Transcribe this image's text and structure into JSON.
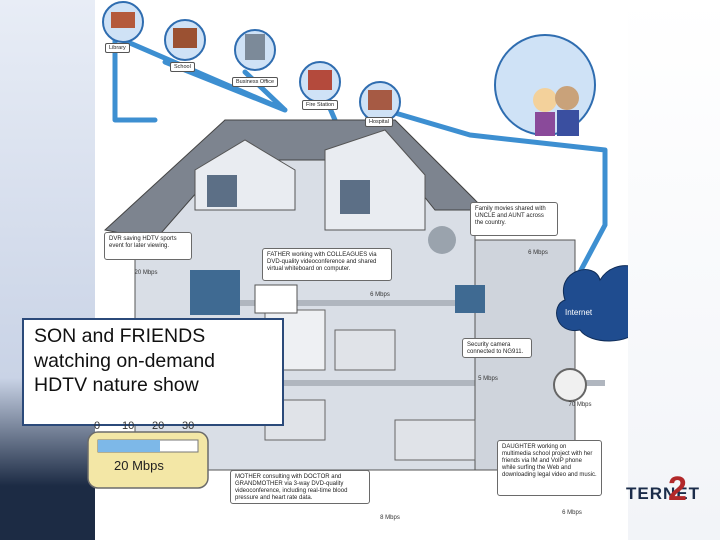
{
  "buildings": [
    {
      "label": "Library"
    },
    {
      "label": "School"
    },
    {
      "label": "Business Office"
    },
    {
      "label": "Fire Station"
    },
    {
      "label": "Hospital"
    }
  ],
  "internet_label": "Internet",
  "brand_text": "TERNET",
  "brand_numeral": "2",
  "callouts": {
    "dvr": {
      "text": "DVR saving HDTV sports event for later viewing.",
      "meter": "20 Mbps"
    },
    "father": {
      "text": "FATHER working with COLLEAGUES via DVD-quality videoconference and shared virtual whiteboard on computer.",
      "meter": "6 Mbps"
    },
    "family": {
      "text": "Family movies shared with UNCLE and AUNT across the country.",
      "meter": "6 Mbps"
    },
    "security": {
      "text": "Security camera connected to NG911.",
      "meter": "5 Mbps"
    },
    "phone": {
      "meter": "70 Mbps"
    },
    "daughter": {
      "text": "DAUGHTER working on multimedia school project with her friends via IM and VoIP phone while surfing the Web and downloading legal video and music.",
      "meter": "6 Mbps"
    },
    "mother": {
      "text": "MOTHER consulting with DOCTOR and GRANDMOTHER via 3-way DVD-quality videoconference, including real-time blood pressure and heart rate data.",
      "meter": "8 Mbps"
    }
  },
  "meter_ticks": [
    "0",
    "10",
    "20",
    "30"
  ],
  "big_callout": {
    "lines": [
      "SON and FRIENDS",
      "watching on-demand",
      "HDTV nature show"
    ],
    "meter": "20 Mbps"
  },
  "colors": {
    "roof": "#7d848f",
    "wall": "#d9dee6",
    "line": "#3d8fd1",
    "trim": "#ffffff",
    "callout_border": "#2b4a7a"
  }
}
